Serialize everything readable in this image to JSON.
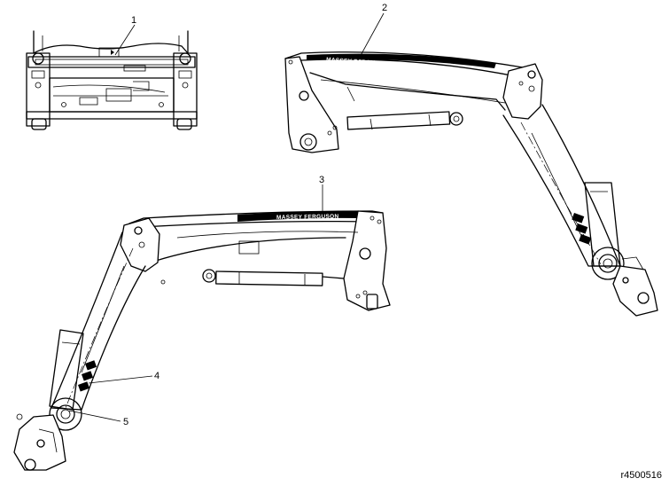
{
  "callouts": {
    "c1": "1",
    "c2": "2",
    "c3": "3",
    "c4": "4",
    "c5": "5"
  },
  "decals": {
    "brand_top": "MASSEY FERGUSON",
    "brand_bottom": "MASSEY FERGUSON"
  },
  "reference_code": "r4500516",
  "colors": {
    "line": "#000000",
    "background": "#ffffff"
  }
}
